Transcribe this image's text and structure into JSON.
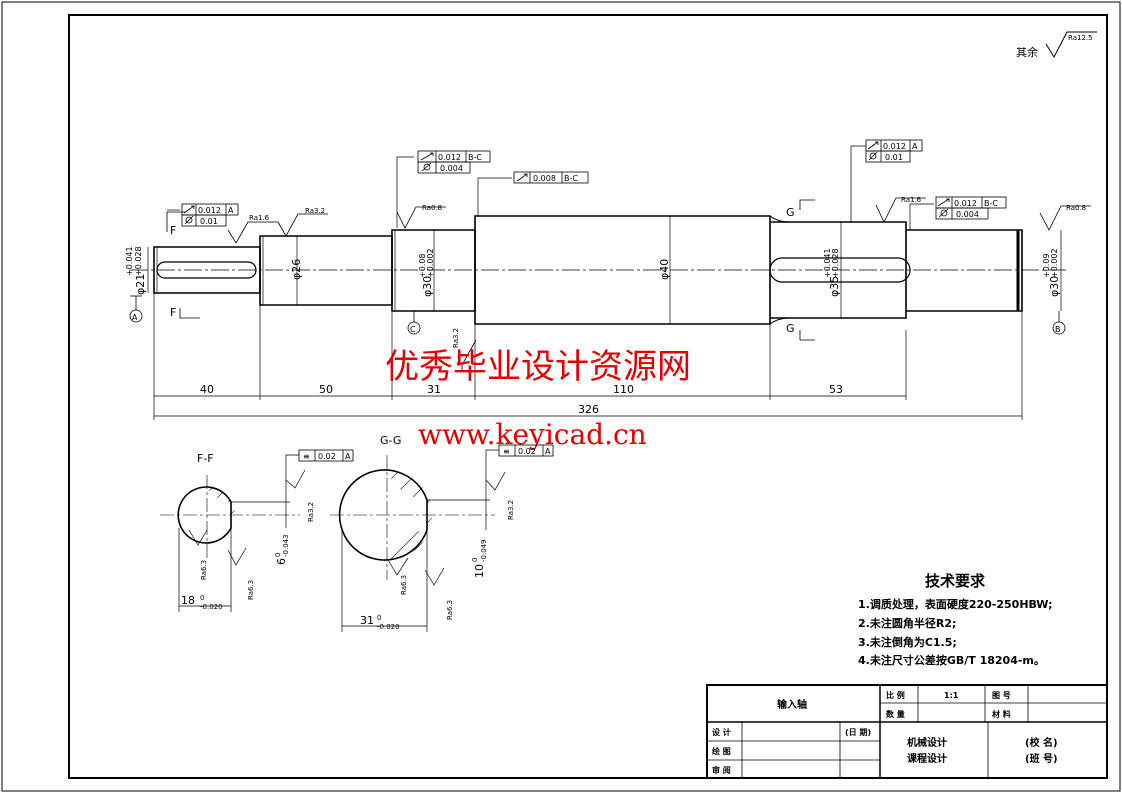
{
  "roughness": {
    "general_label": "其余",
    "general": "Ra12.5",
    "left_end": "Ra1.6",
    "step26": "Ra3.2",
    "shoulder_c": "Ra0.8",
    "keyway_mid": "Ra3.2",
    "right_key_seat": "Ra1.6",
    "right_end": "Ra0.8",
    "ff_side": "Ra3.2",
    "ff_bottom": "Ra6.3",
    "ff_bottom2": "Ra6.3",
    "gg_side": "Ra3.2",
    "gg_bottom": "Ra6.3",
    "gg_bottom2": "Ra6.3"
  },
  "tolerances": {
    "left_runout": "0.012",
    "left_runout_ref": "A",
    "left_cyl": "0.01",
    "c_runout": "0.012",
    "c_runout_ref": "B-C",
    "c_cyl": "0.004",
    "mid_runout": "0.008",
    "mid_runout_ref": "B-C",
    "right_key_runout": "0.012",
    "right_key_runout_ref": "A",
    "right_key_cyl": "0.01",
    "right_runout": "0.012",
    "right_runout_ref": "B-C",
    "right_cyl": "0.004",
    "ff_sym": "0.02",
    "ff_sym_ref": "A",
    "gg_sym": "0.02",
    "gg_sym_ref": "A"
  },
  "datums": {
    "a": "A",
    "b": "B",
    "c": "C"
  },
  "diameters": {
    "d21": "φ21",
    "d21_up": "+0.041",
    "d21_lo": "+0.028",
    "d26": "φ26",
    "d30l": "φ30",
    "d30l_up": "+0.08",
    "d30l_lo": "+0.002",
    "d40": "φ40",
    "d35": "φ35",
    "d35_up": "+0.041",
    "d35_lo": "+0.028",
    "d30r": "φ30",
    "d30r_up": "+0.09",
    "d30r_lo": "+0.002"
  },
  "lengths": {
    "l40": "40",
    "l50": "50",
    "l31": "31",
    "l110": "110",
    "l53": "53",
    "total": "326"
  },
  "sections": {
    "f_label": "F",
    "g_label": "G",
    "ff_title": "F-F",
    "gg_title": "G-G",
    "ff_width": "6",
    "ff_width_up": "0",
    "ff_width_lo": "-0.043",
    "ff_depth": "18",
    "ff_depth_up": "0",
    "ff_depth_lo": "-0.020",
    "gg_width": "10",
    "gg_width_up": "0",
    "gg_width_lo": "-0.049",
    "gg_depth": "31",
    "gg_depth_up": "0",
    "gg_depth_lo": "-0.020"
  },
  "watermark": {
    "line1": "优秀毕业设计资源网",
    "line2": "www.keyicad.cn"
  },
  "tech": {
    "title": "技术要求",
    "items": [
      "1.调质处理，表面硬度220-250HBW;",
      "2.未注圆角半径R2;",
      "3.未注倒角为C1.5;",
      "4.未注尺寸公差按GB/T 18204-m。"
    ]
  },
  "title_block": {
    "part_name": "输入轴",
    "scale_label": "比 例",
    "scale_value": "1:1",
    "drawing_no_label": "图 号",
    "qty_label": "数 量",
    "material_label": "材 料",
    "design_label": "设 计",
    "draw_label": "绘 图",
    "review_label": "审 阅",
    "date_label": "(日 期)",
    "course1": "机械设计",
    "course2": "课程设计",
    "school": "(校 名)",
    "class": "(班 号)"
  }
}
